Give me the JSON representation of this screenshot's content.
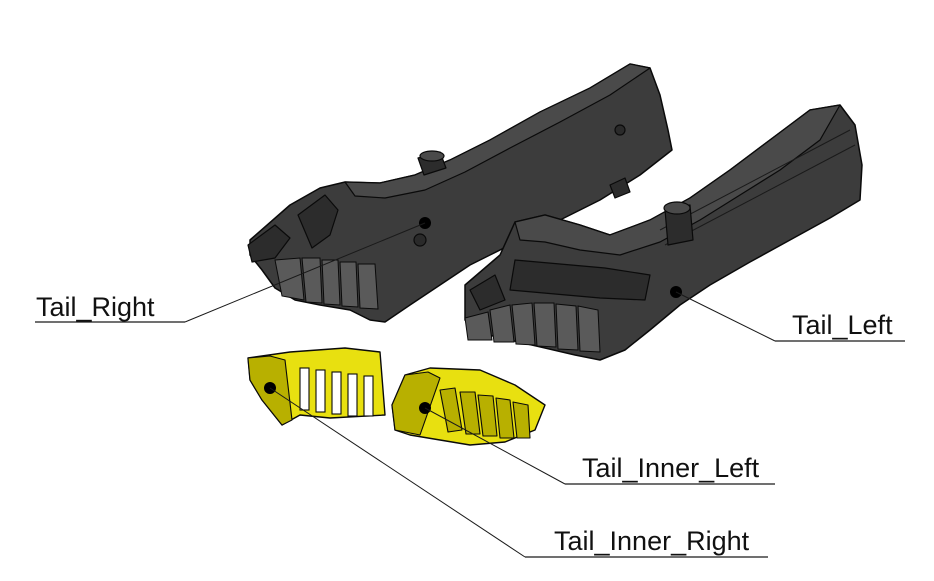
{
  "labels": {
    "tail_right": "Tail_Right",
    "tail_left": "Tail_Left",
    "tail_inner_left": "Tail_Inner_Left",
    "tail_inner_right": "Tail_Inner_Right"
  },
  "colors": {
    "dark_part": "#3c3c3c",
    "yellow_part": "#e8e010",
    "outline": "#0a0a0a",
    "background": "#ffffff"
  }
}
